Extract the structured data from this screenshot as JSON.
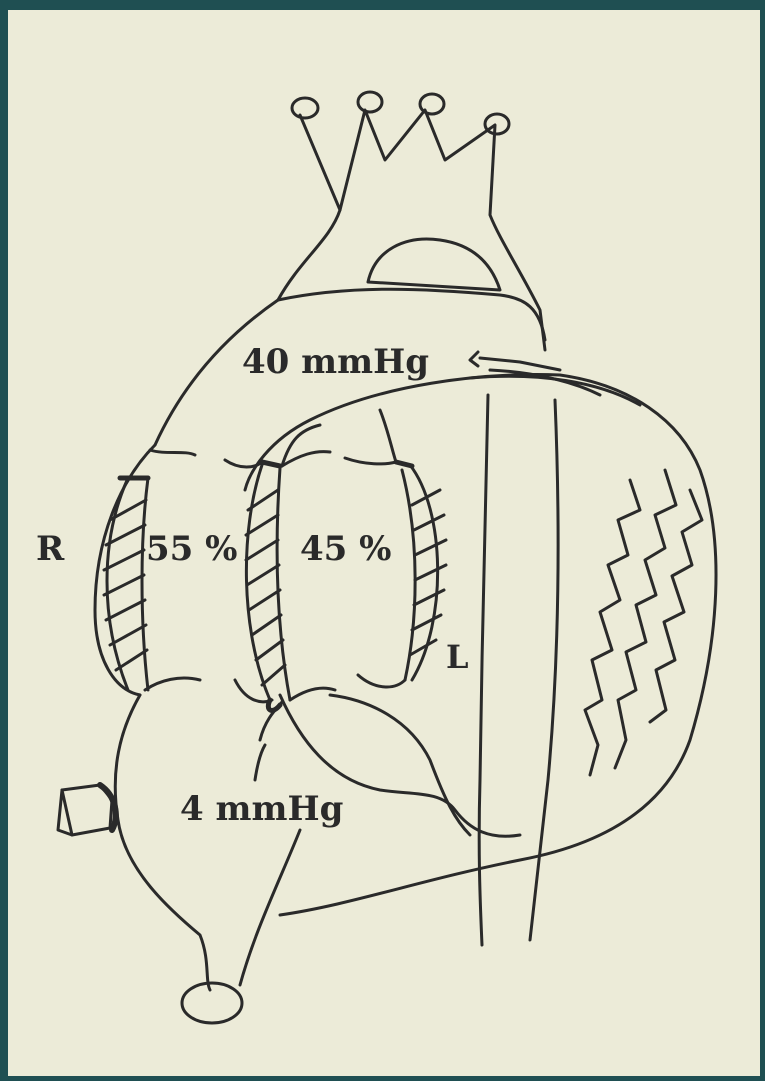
{
  "diagram": {
    "labels": {
      "aortic_pressure": "40 mmHg",
      "right_fraction": "55 %",
      "left_fraction": "45 %",
      "right_side": "R",
      "left_side": "L",
      "atrial_pressure": "4 mmHg"
    },
    "colors": {
      "background_frame": "#1f4f52",
      "paper": "#ecebd8",
      "ink": "#2a2a2a"
    }
  }
}
